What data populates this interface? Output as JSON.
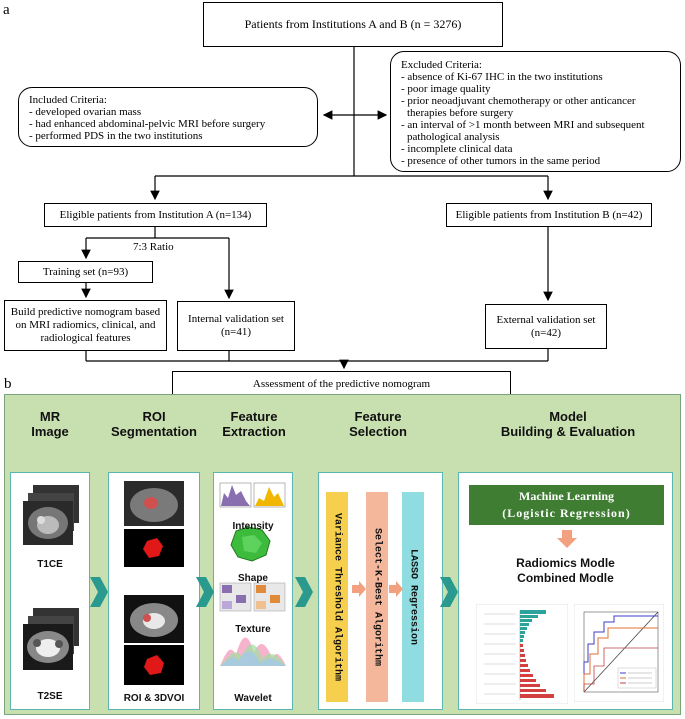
{
  "panel_a": {
    "label": "a",
    "top_box": "Patients from Institutions A and B (n = 3276)",
    "included": {
      "title": "Included Criteria:",
      "items": [
        "- developed ovarian mass",
        "- had enhanced abdominal-pelvic MRI before surgery",
        "- performed PDS in the two institutions"
      ]
    },
    "excluded": {
      "title": "Excluded Criteria:",
      "items": [
        "- absence of Ki-67 IHC in the two institutions",
        "- poor image quality",
        "- prior neoadjuvant chemotherapy or other anticancer",
        "  therapies before surgery",
        "- an interval of >1 month between MRI and subsequent",
        "  pathological analysis",
        "- incomplete clinical data",
        "- presence of other tumors in the same period"
      ]
    },
    "eligible_a": "Eligible patients from Institution A (n=134)",
    "eligible_b": "Eligible patients from Institution B (n=42)",
    "ratio": "7:3 Ratio",
    "training": "Training set (n=93)",
    "build": "Build predictive nomogram based on MRI radiomics, clinical, and radiological features",
    "internal_l1": "Internal validation set",
    "internal_l2": "(n=41)",
    "external_l1": "External validation set",
    "external_l2": "(n=42)",
    "assessment": "Assessment of the predictive nomogram"
  },
  "panel_b": {
    "label": "b",
    "col1_title_1": "MR",
    "col1_title_2": "Image",
    "col2_title_1": "ROI",
    "col2_title_2": "Segmentation",
    "col3_title_1": "Feature",
    "col3_title_2": "Extraction",
    "col4_title_1": "Feature",
    "col4_title_2": "Selection",
    "col5_title_1": "Model",
    "col5_title_2": "Building & Evaluation",
    "t1ce": "T1CE",
    "t2se": "T2SE",
    "roi": "ROI &  3DVOI",
    "intensity": "Intensity",
    "shape": "Shape",
    "texture": "Texture",
    "wavelet": "Wavelet",
    "bar1": "Variance Threshold Algorithm",
    "bar2": "Select-K-Best Algorithm",
    "bar3": "LASSO Regression",
    "ml_1": "Machine Learning",
    "ml_2": "(Logistic Regression)",
    "model_1": "Radiomics Modle",
    "model_2": "Combined Modle",
    "colors": {
      "frame": "#c8e0b0",
      "teal": "#2a9a8f",
      "bar_yellow": "#f6cf4e",
      "bar_salmon": "#f4b79b",
      "bar_cyan": "#8fdde0",
      "ml_green": "#3e7d32"
    }
  }
}
